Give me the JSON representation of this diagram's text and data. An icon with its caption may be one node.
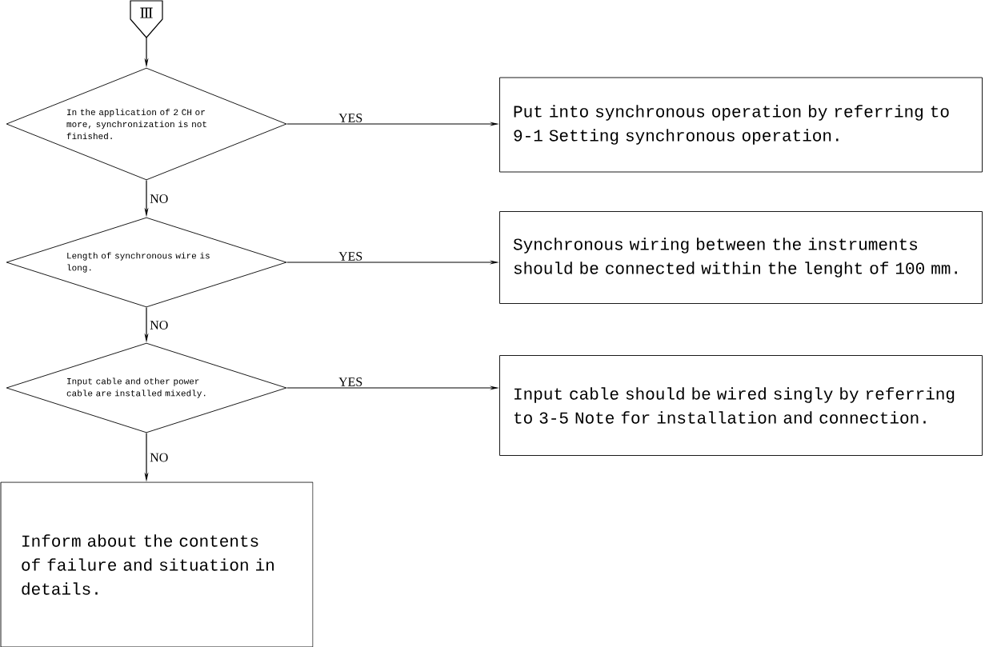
{
  "diagram": {
    "nodes": [
      {
        "text": [
          "Ⅲ"
        ]
      },
      {
        "text": [
          "In the application of 2 CH or more, synchronization is not finished."
        ]
      },
      {
        "text": [
          "Put into synchronous operation by referring to 9-1 Setting synchronous operation."
        ]
      },
      {
        "text": [
          "Length of synchronous wire is long."
        ]
      },
      {
        "text": [
          "Synchronous wiring between the instruments should be connected within the lenght of 100 mm."
        ]
      },
      {
        "text": [
          "Input cable and other power cable are installed mixedly."
        ]
      },
      {
        "text": [
          "Input cable should be wired singly by referring to 3-5 Note for installation and connection."
        ]
      },
      {
        "text": [
          "Inform about the contents of failure and situation in details."
        ]
      }
    ],
    "edges": [
      {
        "from": 0,
        "to": 1,
        "arrow": "to"
      },
      {
        "from": 1,
        "to": 2,
        "arrow": "to",
        "label": "YES"
      },
      {
        "from": 1,
        "to": 3,
        "arrow": "to",
        "label": "NO"
      },
      {
        "from": 3,
        "to": 4,
        "arrow": "to",
        "label": "YES"
      },
      {
        "from": 3,
        "to": 5,
        "arrow": "to",
        "label": "NO"
      },
      {
        "from": 5,
        "to": 6,
        "arrow": "to",
        "label": "YES"
      },
      {
        "from": 5,
        "to": 7,
        "arrow": "to",
        "label": "NO"
      }
    ]
  }
}
